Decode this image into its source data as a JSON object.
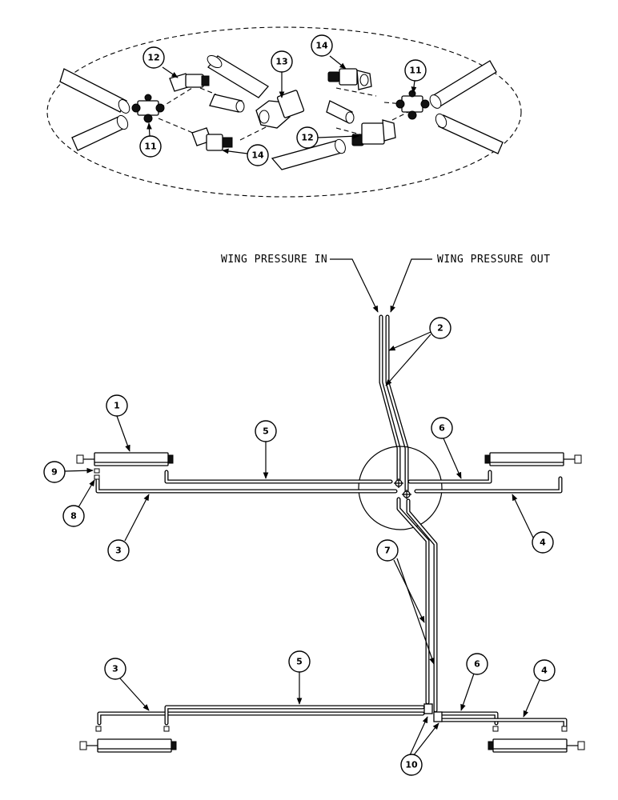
{
  "labels": {
    "wing_pressure_in": "WING PRESSURE IN",
    "wing_pressure_out": "WING PRESSURE OUT"
  },
  "callouts": {
    "c1": "1",
    "c2": "2",
    "c3a": "3",
    "c3b": "3",
    "c4a": "4",
    "c4b": "4",
    "c5a": "5",
    "c5b": "5",
    "c6a": "6",
    "c6b": "6",
    "c7": "7",
    "c8": "8",
    "c9": "9",
    "c10": "10",
    "c11a": "11",
    "c11b": "11",
    "c12a": "12",
    "c12b": "12",
    "c13": "13",
    "c14a": "14",
    "c14b": "14"
  },
  "colors": {
    "line": "#000000",
    "background": "#ffffff"
  }
}
